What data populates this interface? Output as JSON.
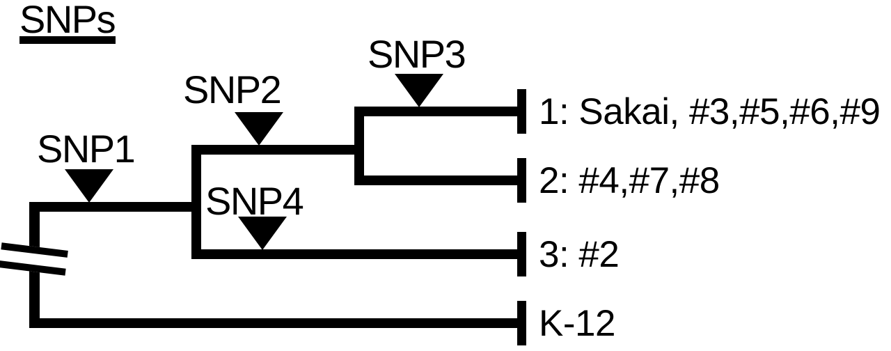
{
  "figure": {
    "title": "SNPs",
    "background_color": "#ffffff",
    "foreground_color": "#000000",
    "snps": [
      {
        "label": "SNP1"
      },
      {
        "label": "SNP2"
      },
      {
        "label": "SNP3"
      },
      {
        "label": "SNP4"
      }
    ],
    "taxa": [
      {
        "label": "1: Sakai, #3,#5,#6,#9"
      },
      {
        "label": "2: #4,#7,#8"
      },
      {
        "label": "3: #2"
      },
      {
        "label": "K-12"
      }
    ],
    "tree": {
      "type": "cladogram",
      "orientation": "left-to-right",
      "root_branch_break": true,
      "topology": "(((( 1: Sakai, #3,#5,#6,#9 )[SNP3], 2: #4,#7,#8 )[SNP2], ( 3: #2 )[SNP4] )[SNP1], K-12 )"
    }
  }
}
